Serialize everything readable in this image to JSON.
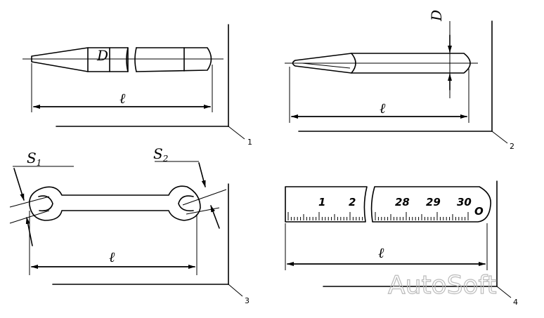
{
  "figures": [
    {
      "number": "1",
      "length_label": "ℓ",
      "diameter_label": "D"
    },
    {
      "number": "2",
      "length_label": "ℓ",
      "diameter_label": "D"
    },
    {
      "number": "3",
      "length_label": "ℓ",
      "s1_label": "S",
      "s1_sub": "1",
      "s2_label": "S",
      "s2_sub": "2"
    },
    {
      "number": "4",
      "length_label": "ℓ",
      "ruler_ticks": [
        "1",
        "2",
        "28",
        "29",
        "30"
      ],
      "ruler_end": "O"
    }
  ],
  "watermark": "AutoSoft"
}
